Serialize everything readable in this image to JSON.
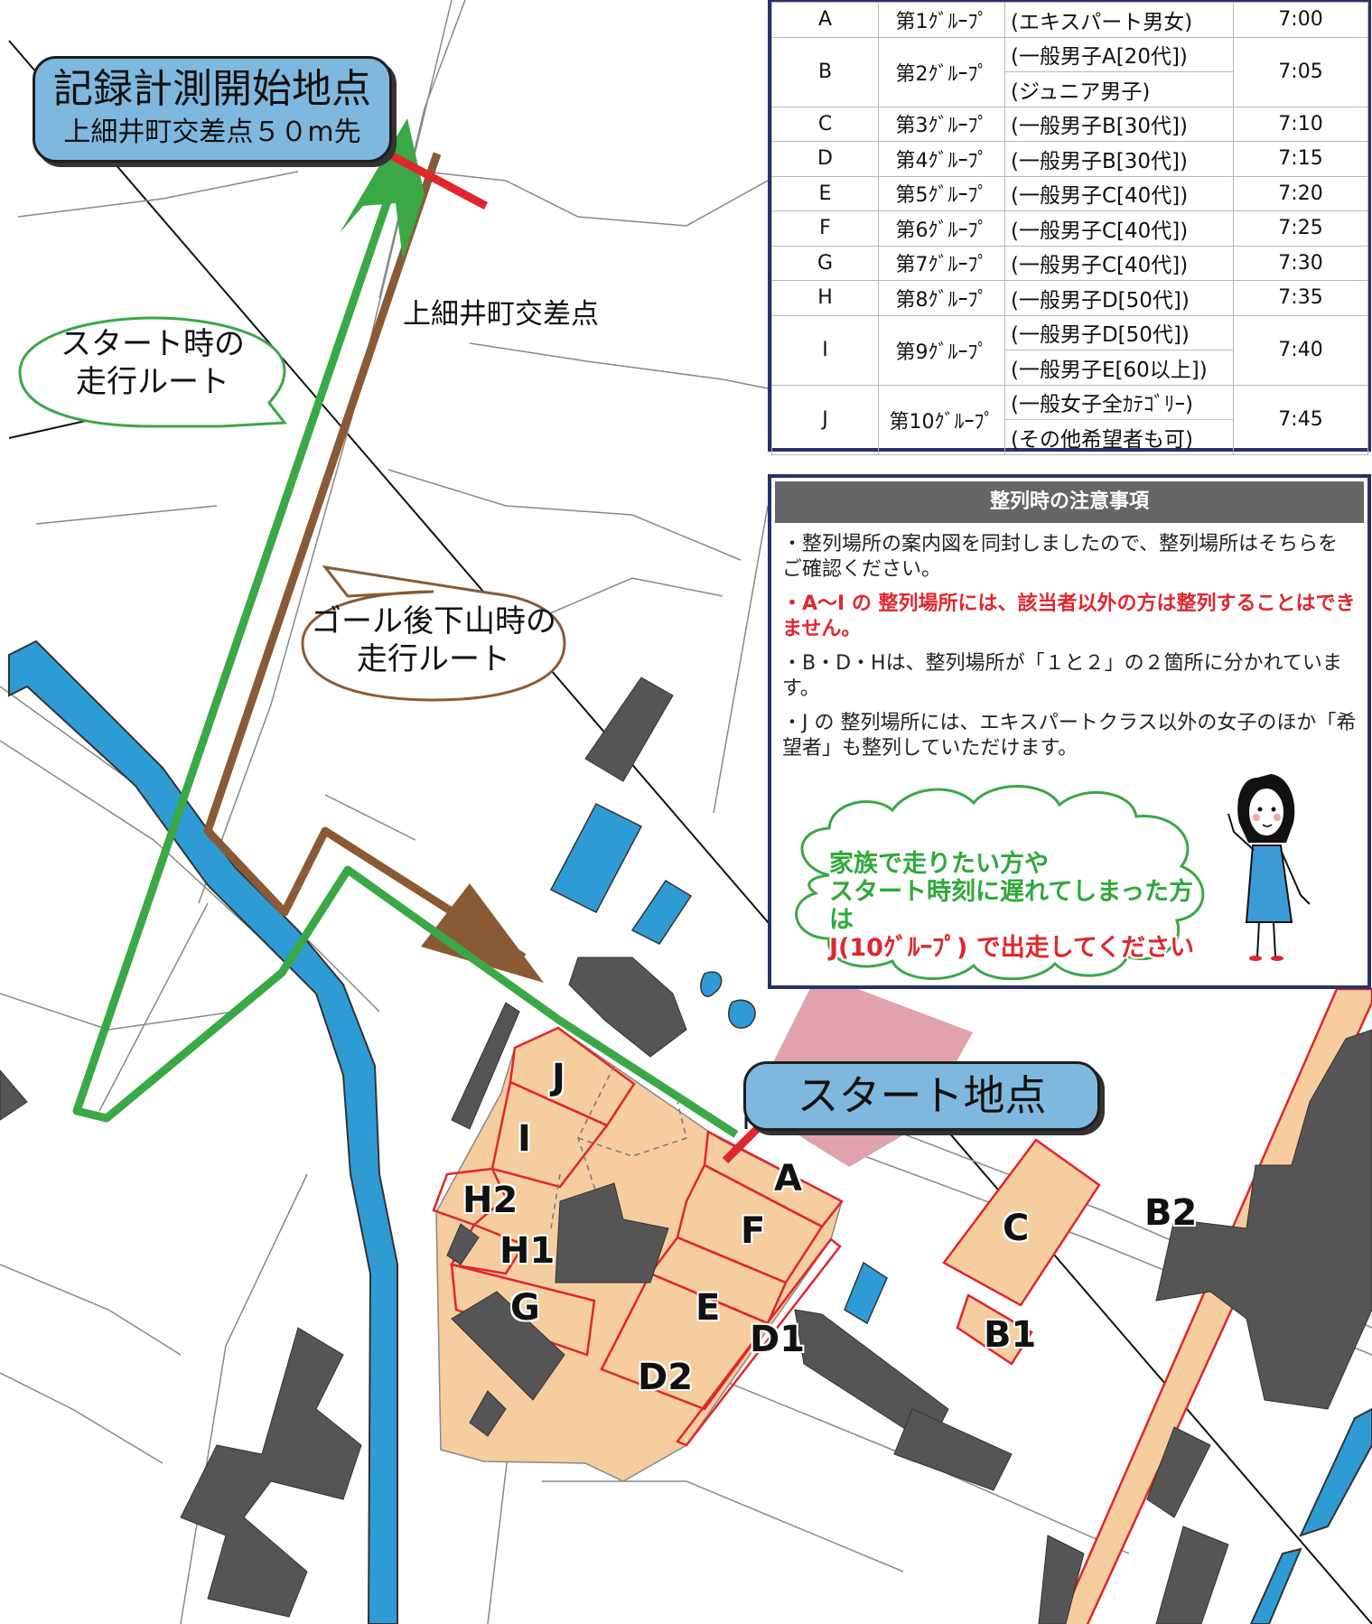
{
  "callouts": {
    "record_start": {
      "title": "記録計測開始地点",
      "subtitle": "上細井町交差点５０m先"
    },
    "start_point": "スタート地点"
  },
  "map_labels": {
    "intersection": "上細井町交差点",
    "start_route": [
      "スタート時の",
      "走行ルート"
    ],
    "goal_route": [
      "ゴール後下山時の",
      "走行ルート"
    ]
  },
  "zones": [
    "J",
    "I",
    "H2",
    "H1",
    "G",
    "A",
    "F",
    "E",
    "D1",
    "D2",
    "C",
    "B1",
    "B2"
  ],
  "schedule": [
    {
      "zone": "A",
      "group": "第1ｸﾞﾙｰﾌﾟ",
      "categories": [
        "(エキスパート男女)"
      ],
      "time": "7:00"
    },
    {
      "zone": "B",
      "group": "第2ｸﾞﾙｰﾌﾟ",
      "categories": [
        "(一般男子A[20代])",
        "(ジュニア男子)"
      ],
      "time": "7:05"
    },
    {
      "zone": "C",
      "group": "第3ｸﾞﾙｰﾌﾟ",
      "categories": [
        "(一般男子B[30代])"
      ],
      "time": "7:10"
    },
    {
      "zone": "D",
      "group": "第4ｸﾞﾙｰﾌﾟ",
      "categories": [
        "(一般男子B[30代])"
      ],
      "time": "7:15"
    },
    {
      "zone": "E",
      "group": "第5ｸﾞﾙｰﾌﾟ",
      "categories": [
        "(一般男子C[40代])"
      ],
      "time": "7:20"
    },
    {
      "zone": "F",
      "group": "第6ｸﾞﾙｰﾌﾟ",
      "categories": [
        "(一般男子C[40代])"
      ],
      "time": "7:25"
    },
    {
      "zone": "G",
      "group": "第7ｸﾞﾙｰﾌﾟ",
      "categories": [
        "(一般男子C[40代])"
      ],
      "time": "7:30"
    },
    {
      "zone": "H",
      "group": "第8ｸﾞﾙｰﾌﾟ",
      "categories": [
        "(一般男子D[50代])"
      ],
      "time": "7:35"
    },
    {
      "zone": "I",
      "group": "第9ｸﾞﾙｰﾌﾟ",
      "categories": [
        "(一般男子D[50代])",
        "(一般男子E[60以上])"
      ],
      "time": "7:40"
    },
    {
      "zone": "J",
      "group": "第10ｸﾞﾙｰﾌﾟ",
      "categories": [
        "(一般女子全ｶﾃｺﾞﾘｰ)",
        "(その他希望者も可)"
      ],
      "time": "7:45"
    }
  ],
  "notes": {
    "title": "整列時の注意事項",
    "items": [
      {
        "text": "・整列場所の案内図を同封しましたので、整列場所はそちらをご確認ください。",
        "emphasis": false
      },
      {
        "text": "・A～I の 整列場所には、該当者以外の方は整列することはできません。",
        "emphasis": true
      },
      {
        "text": "・B・D・Hは、整列場所が「１と２」の２箇所に分かれています。",
        "emphasis": false
      },
      {
        "text": "・J の 整列場所には、エキスパートクラス以外の女子のほか「希望者」も整列していただけます。",
        "emphasis": false
      }
    ],
    "family_message": [
      "家族で走りたい方や",
      "スタート時刻に遅れてしまった方は",
      "J(10ｸﾞﾙｰﾌﾟ) で出走してください"
    ]
  },
  "colors": {
    "start_route": "#3aa845",
    "goal_route": "#8a5a35",
    "marker_line": "#e0262e",
    "river": "#2f9bd4",
    "zone_fill": "#f5cd9e",
    "zone_border": "#e0262e",
    "building": "#555555",
    "panel_border": "#2a3168",
    "callout_fill": "#7fb8de"
  }
}
